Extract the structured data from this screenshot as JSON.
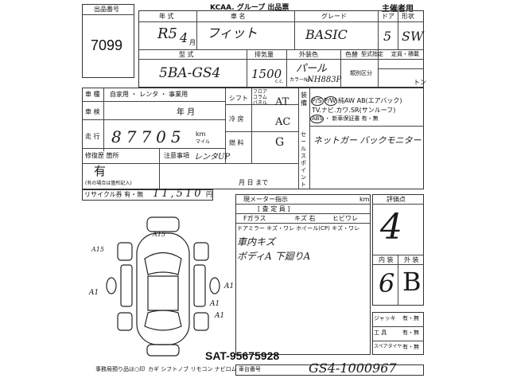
{
  "header": {
    "brand": "KCAA. グループ 出品票",
    "organizer": "主催者用",
    "lot_label": "出品番号",
    "lot_number": "7099"
  },
  "row1": {
    "year_label": "年 式",
    "year": "R5",
    "month": "4",
    "month_unit": "月",
    "name_label": "車 名",
    "name": "フィット",
    "grade_label": "グレード",
    "grade": "BASIC",
    "doors_label": "ドア",
    "doors": "5",
    "shape_label": "形状",
    "shape": "SW"
  },
  "row2": {
    "model_label": "型 式",
    "model": "5BA-GS4",
    "displacement_label": "排気量",
    "displacement": "1500",
    "displacement_unit": "c.c.",
    "exterior_label": "外装色",
    "color": "パール",
    "color_no_label": "色替",
    "color_code_label": "カラーNo.",
    "color_code": "NH883P",
    "inspection_label": "型式指定",
    "category_label": "類別区分",
    "capacity_label": "定員・積載",
    "capacity_unit": "トン"
  },
  "spec": {
    "use_label": "車 種",
    "use_options": "自家用 ・ レンタ ・ 事業用",
    "inspection_label": "車 検",
    "inspection_val": "年 月",
    "mileage_label": "走 行",
    "mileage": "87705",
    "km": "km",
    "mile": "マイル",
    "repair_label": "修復歴 箇所",
    "repair_val": "有",
    "repair_note": "(有の場合は箇所記入)",
    "notes_label": "注意事項",
    "notes_val": "レンタUP",
    "notes_suffix": "月 日 まで",
    "recycle_label": "リサイクル券 有・無",
    "recycle_val": "11,510",
    "recycle_unit": "円"
  },
  "drive": {
    "shift_label": "シフト",
    "shift_opts": "フロア コラム パネル",
    "shift_val": "AT",
    "ac_label": "冷 房",
    "ac_val": "AC",
    "fuel_label": "燃 料",
    "fuel_val": "G"
  },
  "equipment": {
    "label": "装備",
    "line1": "P/S P/W 純AW AB(エアバック)",
    "line2": "TV.ナビ.カワ.SR(サンルーフ)",
    "line3": "ABS ・ 新車保証書 有・無",
    "sales_label": "セールスポイント",
    "sales_val": "ネットガー バックモニター"
  },
  "meter": {
    "label": "現メーター指示",
    "unit": "km",
    "ready": "[ 査 定 員 ]",
    "glass_label": "Fガラス",
    "crack_label": "キズ 右",
    "hibi": "ヒビワレ",
    "mirror_row": "ドアミラー キズ・ワレ ホイール(CP) キズ・ワレ",
    "note1": "車内キズ",
    "note2": "ボディA 下廻りA"
  },
  "grade": {
    "label": "評価点",
    "score": "4",
    "int_label": "内 装",
    "ext_label": "外 装",
    "int_score": "6",
    "ext_score": "B"
  },
  "diagram": {
    "a15_top": "A15",
    "a15_left": "A15",
    "a1_left": "A1",
    "a1_right1": "A1",
    "a1_right2": "A1",
    "a1_right3": "A1"
  },
  "tools": {
    "jack_label": "ジャッキ",
    "jack_val": "有・無",
    "tool_label": "工 具",
    "tool_val": "有・無",
    "spare_label": "スペアタイヤ",
    "spare_val": "有・無"
  },
  "footer": {
    "items_note": "事務局預り品は○印",
    "items": "カギ シフトノブ リモコン ナビロム",
    "chassis_label": "車台番号",
    "chassis": "GS4-1000967",
    "watermark": "SAT-95675928"
  }
}
